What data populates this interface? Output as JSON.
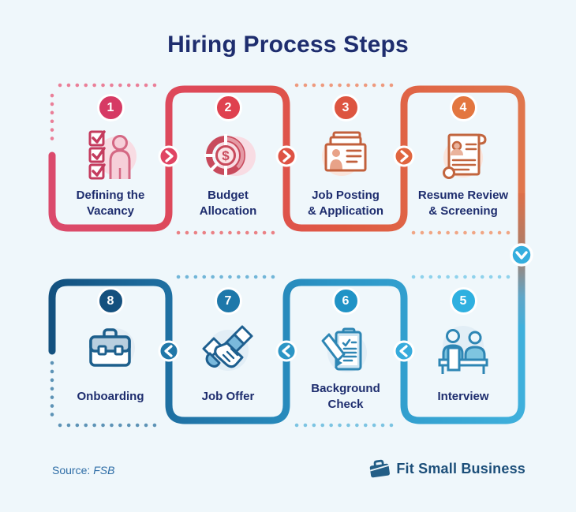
{
  "title": "Hiring Process Steps",
  "steps": [
    {
      "number": "1",
      "line1": "Defining the",
      "line2": "Vacancy",
      "icon": "checklist-person",
      "accent": "#d63a64"
    },
    {
      "number": "2",
      "line1": "Budget",
      "line2": "Allocation",
      "icon": "budget-pie-dollar",
      "accent": "#df414f",
      "dollar": "$"
    },
    {
      "number": "3",
      "line1": "Job Posting",
      "line2": "& Application",
      "icon": "job-posting-cards",
      "accent": "#dd5540"
    },
    {
      "number": "4",
      "line1": "Resume Review",
      "line2": "& Screening",
      "icon": "resume-scroll",
      "accent": "#e3763f"
    },
    {
      "number": "5",
      "line1": "Interview",
      "line2": "",
      "icon": "interview-desk",
      "accent": "#2fb0e0"
    },
    {
      "number": "6",
      "line1": "Background",
      "line2": "Check",
      "icon": "clipboard-pencil-check",
      "accent": "#2093c6"
    },
    {
      "number": "7",
      "line1": "Job Offer",
      "line2": "",
      "icon": "handshake",
      "accent": "#1e78aa"
    },
    {
      "number": "8",
      "line1": "Onboarding",
      "line2": "",
      "icon": "briefcase",
      "accent": "#14507e"
    }
  ],
  "arrows": [
    {
      "between": "1-2",
      "direction": "right"
    },
    {
      "between": "2-3",
      "direction": "right"
    },
    {
      "between": "3-4",
      "direction": "right"
    },
    {
      "between": "4-5",
      "direction": "down"
    },
    {
      "between": "5-6",
      "direction": "left"
    },
    {
      "between": "6-7",
      "direction": "left"
    },
    {
      "between": "7-8",
      "direction": "left"
    }
  ],
  "footer": {
    "source_label": "Source:",
    "source_name": "FSB",
    "brand_name": "Fit Small Business"
  },
  "colors": {
    "background": "#eff7fb",
    "heading_text": "#1e2d6e",
    "label_text": "#1e2d6e",
    "top_row_gradient": [
      "#db4a6c",
      "#e0764c"
    ],
    "bottom_row_gradient": [
      "#3fb0dc",
      "#13517f"
    ],
    "source_text": "#2e6da6",
    "brand_text": "#1b4e79"
  }
}
